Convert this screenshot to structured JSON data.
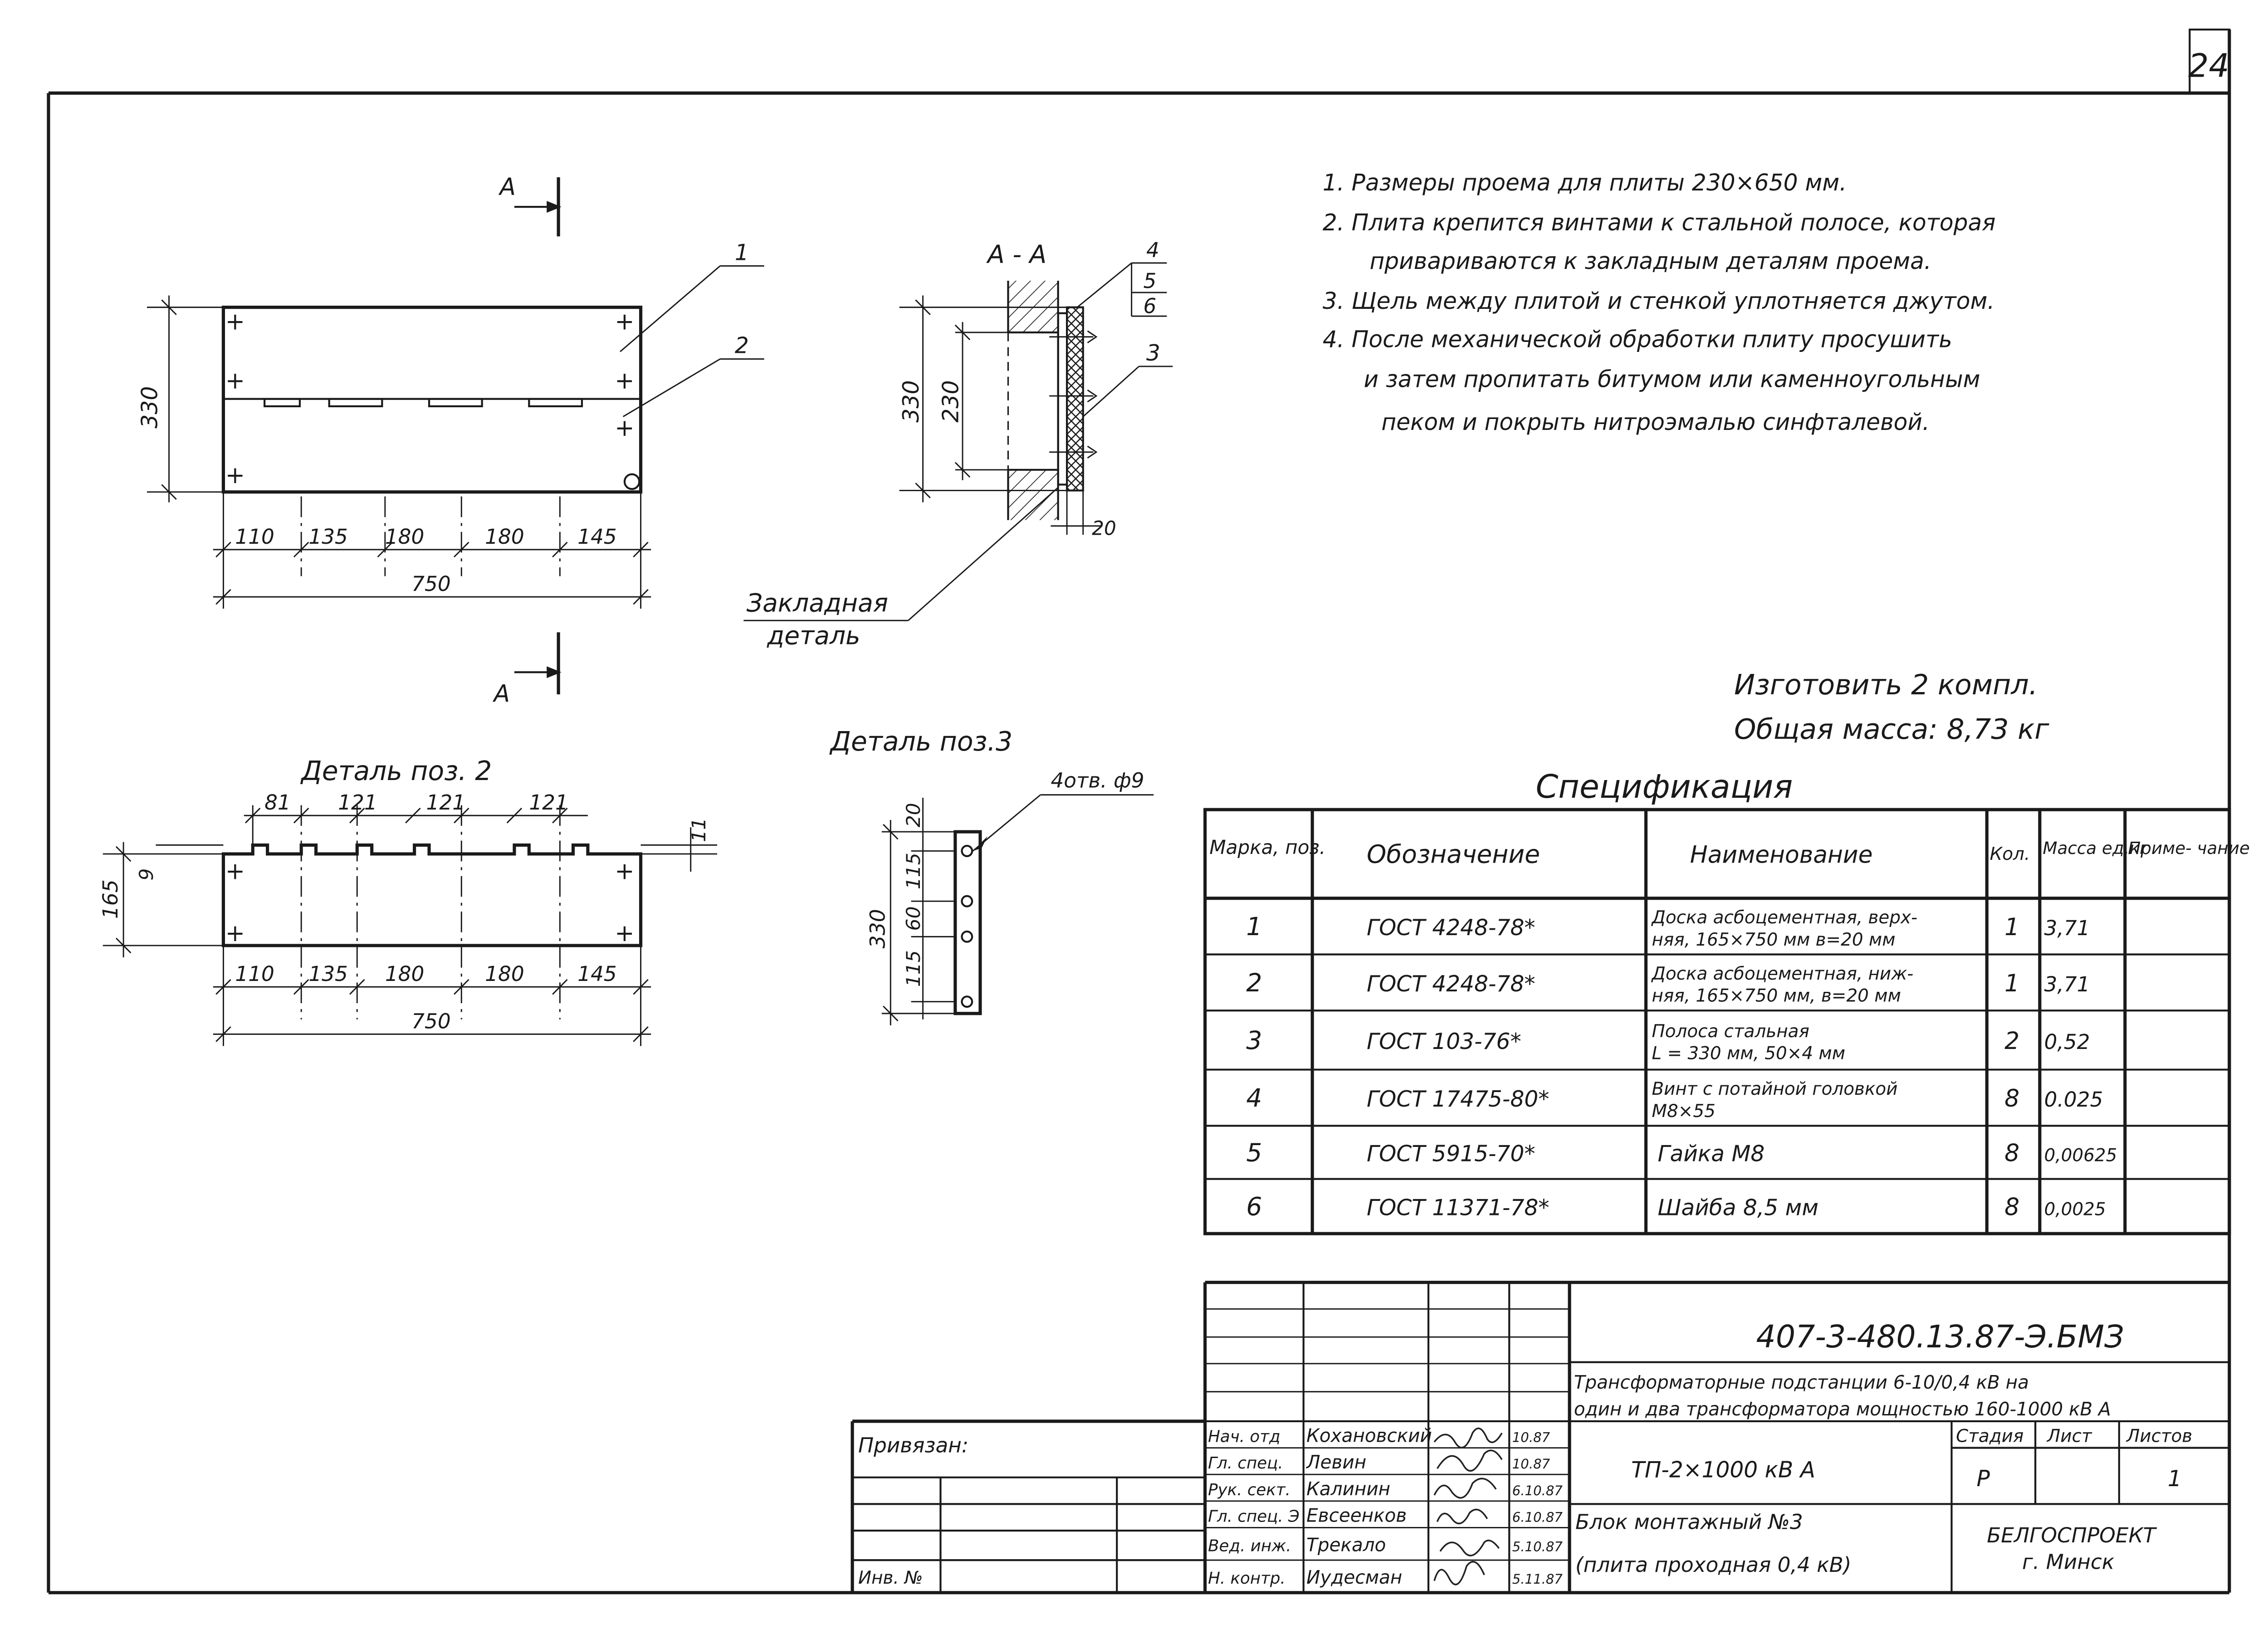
{
  "sheet_number": "24",
  "notes": [
    "1. Размеры проема для плиты 230×650 мм.",
    "2. Плита крепится винтами к стальной полосе, которая",
    "привариваются к закладным деталям проема.",
    "3. Щель между плитой и стенкой уплотняется джутом.",
    "4. После механической обработки плиту просушить",
    "и затем пропитать битумом или каменноугольным",
    "пеком и покрыть нитроэмалью синфталевой."
  ],
  "manufacture": {
    "line1": "Изготовить   2   компл.",
    "line2": "Общая  масса:  8,73 кг"
  },
  "views": {
    "section_mark": "А",
    "section_title": "А - А",
    "plan_height": "330",
    "plan_dims": [
      "110",
      "135",
      "180",
      "180",
      "145"
    ],
    "plan_total": "750",
    "section_dims": [
      "330",
      "230",
      "20"
    ],
    "callouts": [
      "1",
      "2",
      "3",
      "4",
      "5",
      "6"
    ],
    "embedded_label_1": "Закладная",
    "embedded_label_2": "деталь",
    "detail2_title": "Деталь      поз. 2",
    "detail2_top_dims": [
      "81",
      "121",
      "121",
      "121"
    ],
    "detail2_side_dims": [
      "165",
      "9",
      "11"
    ],
    "detail2_dims": [
      "110",
      "135",
      "180",
      "180",
      "145"
    ],
    "detail2_total": "750",
    "detail3_title": "Деталь  поз.3",
    "detail3_holes": "4отв. ф9",
    "detail3_dims": [
      "20",
      "115",
      "60",
      "115",
      "330"
    ]
  },
  "spec": {
    "title": "Спецификация",
    "headers": [
      "Марка, поз.",
      "Обозначение",
      "Наименование",
      "Кол.",
      "Масса ед.кг",
      "Приме- чание"
    ],
    "rows": [
      {
        "pos": "1",
        "designation": "ГОСТ 4248-78*",
        "name1": "Доска асбоцементная, верх-",
        "name2": "няя, 165×750 мм в=20 мм",
        "qty": "1",
        "mass": "3,71",
        "note": ""
      },
      {
        "pos": "2",
        "designation": "ГОСТ 4248-78*",
        "name1": "Доска асбоцементная, ниж-",
        "name2": "няя, 165×750 мм, в=20 мм",
        "qty": "1",
        "mass": "3,71",
        "note": ""
      },
      {
        "pos": "3",
        "designation": "ГОСТ 103-76*",
        "name1": "Полоса стальная",
        "name2": "L = 330 мм, 50×4 мм",
        "qty": "2",
        "mass": "0,52",
        "note": ""
      },
      {
        "pos": "4",
        "designation": "ГОСТ 17475-80*",
        "name1": "Винт с потайной головкой",
        "name2": "М8×55",
        "qty": "8",
        "mass": "0.025",
        "note": ""
      },
      {
        "pos": "5",
        "designation": "ГОСТ 5915-70*",
        "name1": "Гайка    М8",
        "name2": "",
        "qty": "8",
        "mass": "0,00625",
        "note": ""
      },
      {
        "pos": "6",
        "designation": "ГОСТ 11371-78*",
        "name1": "Шайба      8,5 мм",
        "name2": "",
        "qty": "8",
        "mass": "0,0025",
        "note": ""
      }
    ]
  },
  "title_block": {
    "code": "407-3-480.13.87-Э.БМЗ",
    "desc1": "Трансформаторные подстанции 6-10/0,4 кВ на",
    "desc2": "один и два трансформатора мощностью 160-1000 кВ А",
    "object": "ТП-2×1000 кВ А",
    "sheet_title1": "Блок монтажный  №3",
    "sheet_title2": "(плита проходная 0,4 кВ)",
    "stage_label": "Стадия",
    "sheet_label": "Лист",
    "sheets_label": "Листов",
    "stage": "Р",
    "sheets": "1",
    "org1": "БЕЛГОСПРОЕКТ",
    "org2": "г. Минск",
    "bound": "Привязан:",
    "inv": "Инв. №",
    "people": [
      {
        "role": "Нач. отд",
        "name": "Кохановский",
        "date": "10.87"
      },
      {
        "role": "Гл. спец.",
        "name": "Левин",
        "date": "10.87"
      },
      {
        "role": "Рук. сект.",
        "name": "Калинин",
        "date": "6.10.87"
      },
      {
        "role": "Гл. спец. Э",
        "name": "Евсеенков",
        "date": "6.10.87"
      },
      {
        "role": "Вед. инж.",
        "name": "Трекало",
        "date": "5.10.87"
      },
      {
        "role": "Н. контр.",
        "name": "Иудесман",
        "date": "5.11.87"
      }
    ]
  }
}
